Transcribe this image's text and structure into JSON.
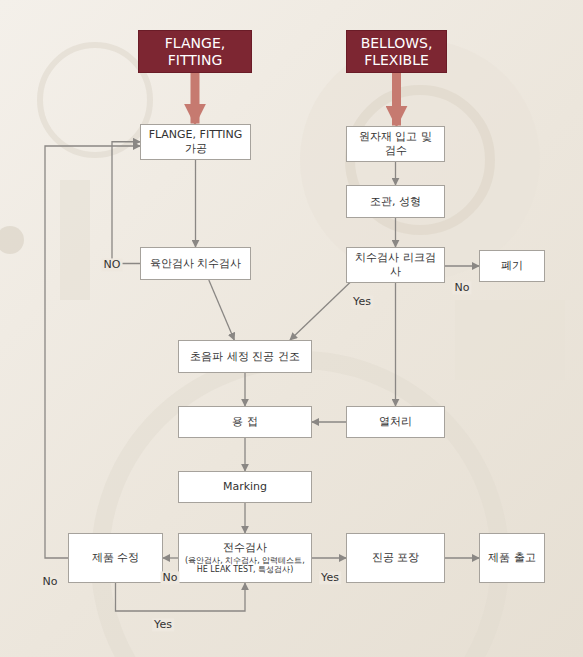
{
  "diagram": {
    "nodes": [
      {
        "text": [
          "FLANGE, FITTING"
        ]
      },
      {
        "text": [
          "BELLOWS, FLEXIBLE"
        ]
      },
      {
        "text": [
          "FLANGE, FITTING 가공"
        ]
      },
      {
        "text": [
          "원자재 입고 및 검수"
        ]
      },
      {
        "text": [
          "조관, 성형"
        ]
      },
      {
        "text": [
          "육안검사 치수검사"
        ]
      },
      {
        "text": [
          "치수검사 리크검사"
        ]
      },
      {
        "text": [
          "폐기"
        ]
      },
      {
        "text": [
          "초음파 세정 진공 건조"
        ]
      },
      {
        "text": [
          "열처리"
        ]
      },
      {
        "text": [
          "용 접"
        ]
      },
      {
        "text": [
          "Marking"
        ]
      },
      {
        "text": [
          "제품 수정"
        ]
      },
      {
        "text": [
          "전수검사",
          "(육안검사, 치수검사, 압력테스트, HE LEAK TEST, 특성검사)"
        ]
      },
      {
        "text": [
          "진공 포장"
        ]
      },
      {
        "text": [
          "제품 출고"
        ]
      }
    ],
    "edges": [
      {
        "from": 0,
        "to": 2,
        "arrow": "to"
      },
      {
        "from": 1,
        "to": 3,
        "arrow": "to"
      },
      {
        "from": 2,
        "to": 5,
        "arrow": "to"
      },
      {
        "from": 5,
        "to": 2,
        "label": "NO",
        "arrow": "to"
      },
      {
        "from": 3,
        "to": 4,
        "arrow": "to"
      },
      {
        "from": 4,
        "to": 6,
        "arrow": "to"
      },
      {
        "from": 6,
        "to": 7,
        "label": "No",
        "arrow": "to"
      },
      {
        "from": 5,
        "to": 8,
        "arrow": "to"
      },
      {
        "from": 6,
        "to": 8,
        "label": "Yes",
        "arrow": "to"
      },
      {
        "from": 6,
        "to": 9,
        "arrow": "to"
      },
      {
        "from": 8,
        "to": 10,
        "arrow": "to"
      },
      {
        "from": 9,
        "to": 10,
        "arrow": "to"
      },
      {
        "from": 10,
        "to": 11,
        "arrow": "to"
      },
      {
        "from": 11,
        "to": 13,
        "arrow": "to"
      },
      {
        "from": 13,
        "to": 12,
        "label": "No",
        "arrow": "to"
      },
      {
        "from": 13,
        "to": 14,
        "label": "Yes",
        "arrow": "to"
      },
      {
        "from": 14,
        "to": 15,
        "arrow": "to"
      },
      {
        "from": 12,
        "to": 2,
        "label": "No",
        "arrow": "to"
      },
      {
        "from": 12,
        "to": 13,
        "label": "Yes",
        "arrow": "to"
      }
    ]
  }
}
